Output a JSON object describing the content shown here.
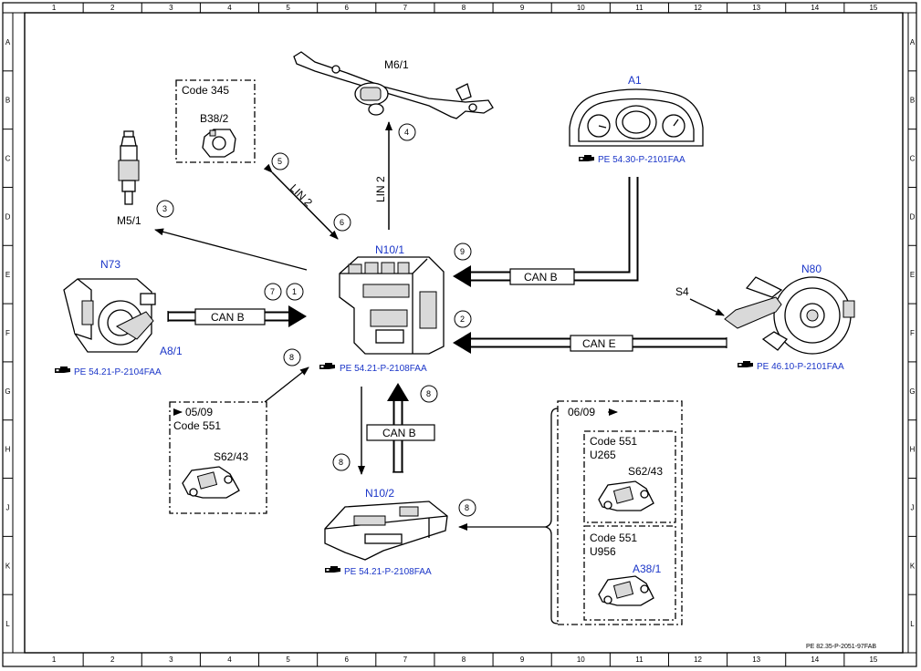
{
  "grid": {
    "columns": [
      "1",
      "2",
      "3",
      "4",
      "5",
      "6",
      "7",
      "8",
      "9",
      "10",
      "11",
      "12",
      "13",
      "14",
      "15"
    ],
    "rows": [
      "A",
      "B",
      "C",
      "D",
      "E",
      "F",
      "G",
      "H",
      "J",
      "K",
      "L"
    ]
  },
  "components": {
    "m6_1": "M6/1",
    "a1": "A1",
    "a1_ref": "PE 54.30-P-2101FAA",
    "code345": "Code 345",
    "b38_2": "B38/2",
    "m5_1": "M5/1",
    "n73": "N73",
    "a8_1": "A8/1",
    "n73_ref": "PE 54.21-P-2104FAA",
    "n10_1": "N10/1",
    "n10_1_ref": "PE 54.21-P-2108FAA",
    "n80": "N80",
    "s4": "S4",
    "n80_ref": "PE 46.10-P-2101FAA",
    "n10_2": "N10/2",
    "n10_2_ref": "PE 54.21-P-2108FAA",
    "box_left_date": "05/09",
    "box_left_code": "Code 551",
    "box_left_part": "S62/43",
    "box_right_date": "06/09",
    "box_r1_code": "Code 551",
    "box_r1_u": "U265",
    "box_r1_part": "S62/43",
    "box_r2_code": "Code 551",
    "box_r2_u": "U956",
    "box_r2_part": "A38/1"
  },
  "buses": {
    "can_b_a1": "CAN B",
    "can_b_n73": "CAN B",
    "can_e": "CAN E",
    "can_b_n10_2": "CAN B",
    "lin2_diag": "LIN 2",
    "lin2_vert": "LIN 2"
  },
  "numbers": {
    "n1": "1",
    "n2": "2",
    "n3": "3",
    "n4": "4",
    "n5": "5",
    "n6": "6",
    "n7": "7",
    "n8a": "8",
    "n8b": "8",
    "n8c": "8",
    "n8d": "8",
    "n9": "9"
  },
  "footer": {
    "doc_id": "PE 82.35-P-2051-97FAB"
  },
  "colors": {
    "label_blue": "#1a35c8",
    "line": "#000000"
  },
  "icons": {
    "reference": "pointing-hand-icon"
  }
}
